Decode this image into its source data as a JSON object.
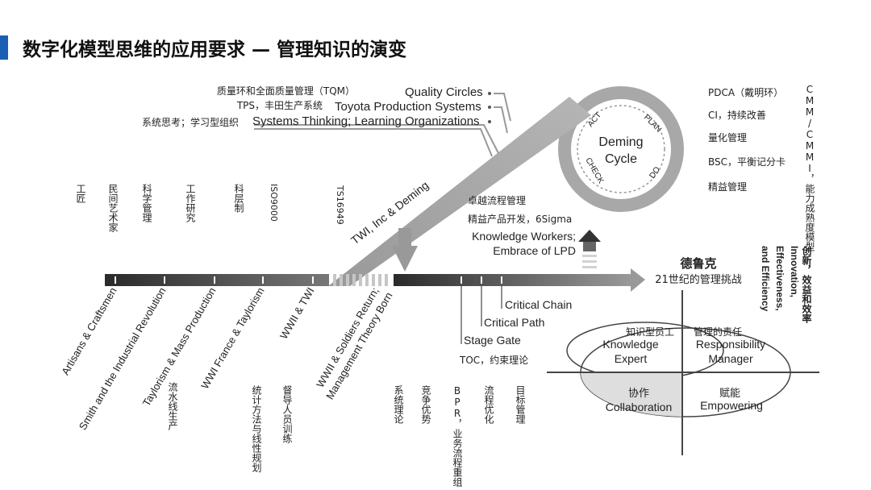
{
  "title": "数字化模型思维的应用要求 — 管理知识的演变",
  "colors": {
    "accent": "#1a5fb4",
    "timeline_dark": "#333333",
    "timeline_light": "#aaaaaa"
  },
  "top_vertical": [
    "工匠",
    "民间艺术家",
    "科学管理",
    "工作研究",
    "科层制",
    "ISO9000",
    "TS16949"
  ],
  "top_stack": [
    {
      "cn": "质量环和全面质量管理（TQM）",
      "en": "Quality Circles"
    },
    {
      "cn": "TPS，丰田生产系统",
      "en": "Toyota Production Systems"
    },
    {
      "cn": "系统思考；学习型组织",
      "en": "Systems Thinking; Learning Organizations"
    }
  ],
  "diagonal_label": "TWI, Inc & Deming",
  "deming": {
    "center": [
      "Deming",
      "Cycle"
    ],
    "ring": [
      "ACT",
      "PLAN",
      "DO",
      "CHECK"
    ]
  },
  "right_top_list": [
    "PDCA（戴明环）",
    "CI，持续改善",
    "量化管理",
    "BSC，平衡记分卡",
    "精益管理"
  ],
  "cmm": "CMM/CMMI，能力成熟度模型",
  "middle": {
    "cn1": "卓越流程管理",
    "cn2": "精益产品开发，6Sigma",
    "en1": "Knowledge Workers;",
    "en2": "Embrace of LPD"
  },
  "drucker": {
    "name": "德鲁克",
    "sub": "21世纪的管理挑战"
  },
  "right_rot_en": [
    "Innovation,",
    "Effectiveness,",
    "and Efficiency"
  ],
  "right_rot_cn": "创新，效益和效率",
  "below_left": [
    "Artisans & Craftsmen",
    "Smith and the Industrial Revolution",
    "Taylorism & Mass Production",
    "WWI France & Taylorism",
    "WWII & TWI"
  ],
  "below_mid": [
    "WWII & Soldiers Return;",
    "Management Theory Born"
  ],
  "below_cn": [
    "流水线生产",
    "统计方法与线性规划",
    "督导人员训练",
    "系统理论",
    "竞争优势",
    "BPR，业务流程重组",
    "流程优化",
    "目标管理"
  ],
  "branches": [
    "Critical Chain",
    "Critical Path",
    "Stage Gate"
  ],
  "toc": "TOC，约束理论",
  "quadrant": {
    "tl_cn": "知识型员工",
    "tl_en1": "Knowledge",
    "tl_en2": "Expert",
    "tr_cn": "管理的责任",
    "tr_en1": "Responsibility",
    "tr_en2": "Manager",
    "bl_cn": "协作",
    "bl_en": "Collaboration",
    "br_cn": "赋能",
    "br_en": "Empowering"
  }
}
